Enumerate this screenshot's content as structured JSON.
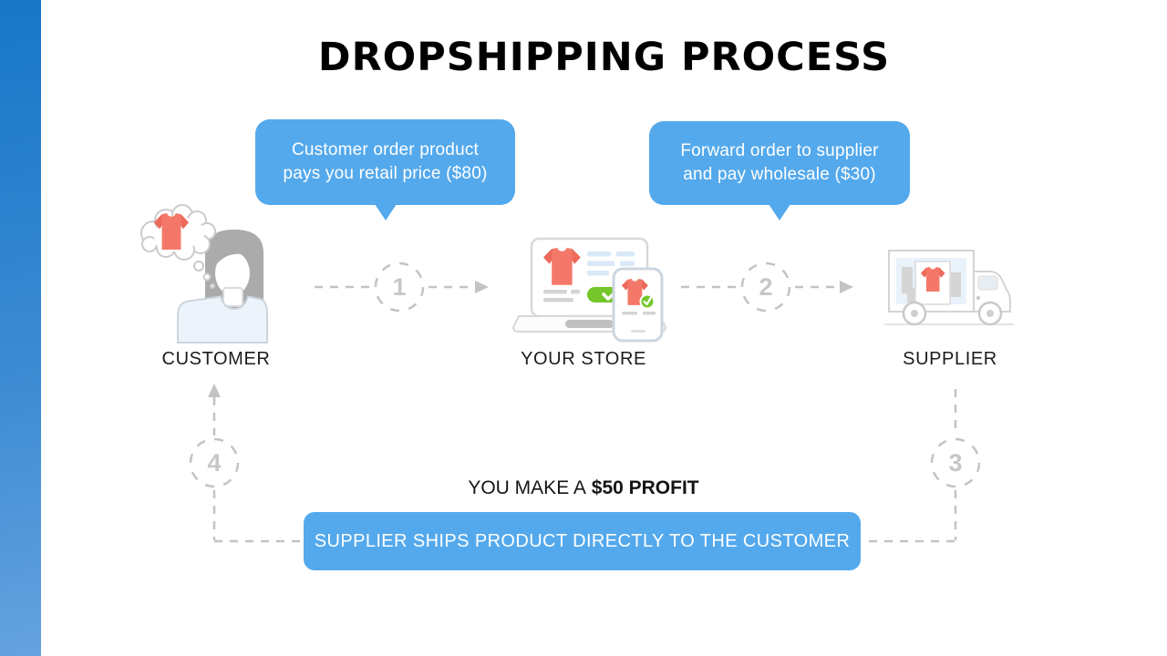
{
  "slide": {
    "title": "DROPSHIPPING PROCESS"
  },
  "callouts": {
    "retail": {
      "line1": "Customer order product",
      "line2": "pays you retail price ($80)"
    },
    "wholesale": {
      "line1": "Forward order to supplier",
      "line2": "and pay wholesale ($30)"
    }
  },
  "entities": {
    "customer": {
      "label": "CUSTOMER"
    },
    "store": {
      "label": "YOUR STORE"
    },
    "supplier": {
      "label": "SUPPLIER"
    }
  },
  "steps": [
    "1",
    "2",
    "3",
    "4"
  ],
  "profit": {
    "prefix": "YOU MAKE A",
    "amount": "$50 PROFIT"
  },
  "banner": {
    "label": "SUPPLIER SHIPS PRODUCT DIRECTLY TO THE CUSTOMER"
  },
  "colors": {
    "accent_blue": "#54A9EC",
    "sidebar_top": "#1777C8",
    "sidebar_bottom": "#64A2DF",
    "dash_gray": "#C3C3C3",
    "tshirt_coral": "#F4786A",
    "tshirt_coral_dark": "#ED6A5B",
    "success_green": "#74C62B"
  }
}
